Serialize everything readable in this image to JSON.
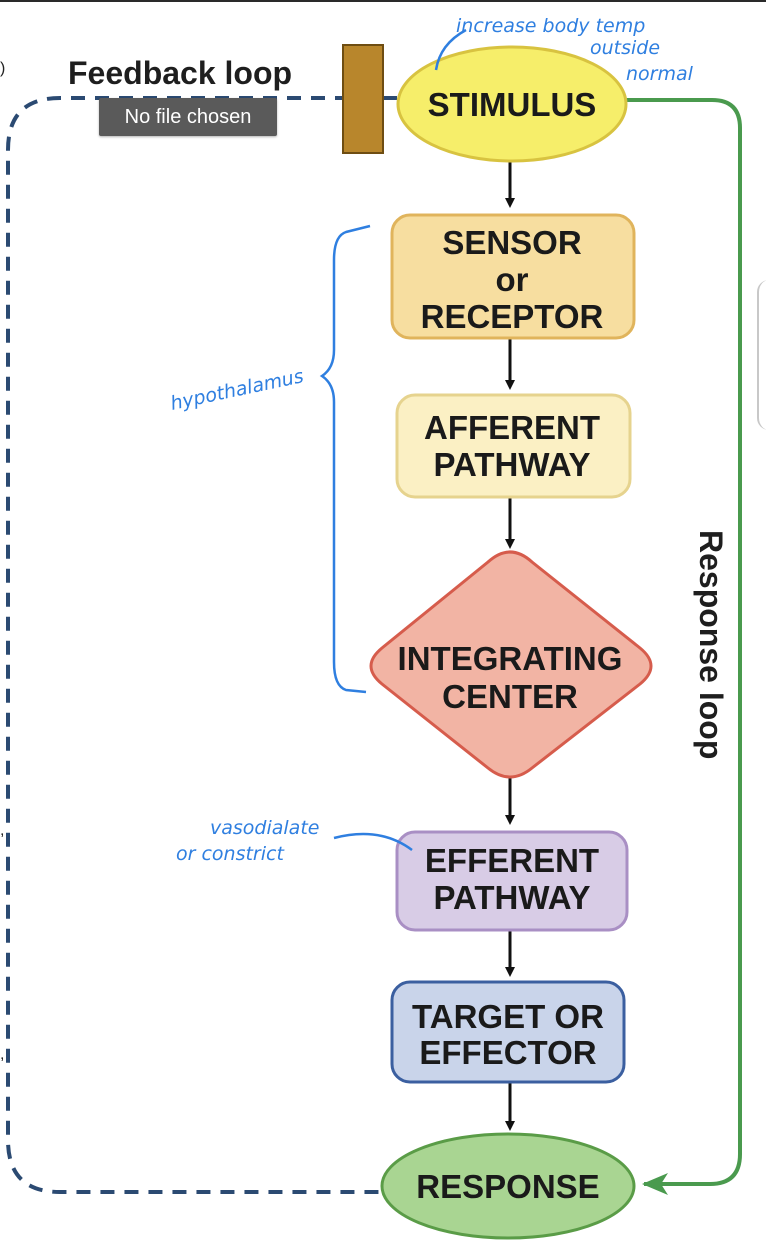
{
  "title": "Feedback loop",
  "file_chip": "No file chosen",
  "response_loop_label": "Response loop",
  "nodes": {
    "stimulus": "STIMULUS",
    "sensor_1": "SENSOR",
    "sensor_2": "or",
    "sensor_3": "RECEPTOR",
    "afferent_1": "AFFERENT",
    "afferent_2": "PATHWAY",
    "integrating_1": "INTEGRATING",
    "integrating_2": "CENTER",
    "efferent_1": "EFFERENT",
    "efferent_2": "PATHWAY",
    "target_1": "TARGET OR",
    "target_2": "EFFECTOR",
    "response": "RESPONSE"
  },
  "annotations": {
    "stimulus_note_1": "increase body temp",
    "stimulus_note_2": "outside",
    "stimulus_note_3": "normal",
    "bracket_note": "hypothalamus",
    "efferent_note_1": "vasodialate",
    "efferent_note_2": "or constrict"
  },
  "colors": {
    "stimulus": "#f6ee6a",
    "sensor": "#f7dea0",
    "afferent": "#fbf0c4",
    "integrating": "#f2b4a4",
    "efferent": "#d8cce6",
    "target": "#c9d4ea",
    "response": "#a9d592",
    "response_loop": "#4a9a4e",
    "feedback_loop": "#2b4a72",
    "handwriting": "#2f7fe0"
  }
}
